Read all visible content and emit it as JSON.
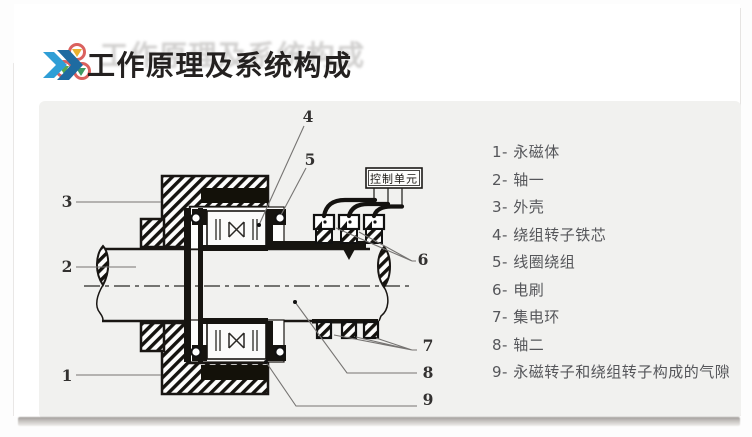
{
  "header": {
    "title": "工作原理及系统构成",
    "logo_icon": "double-chevron-logo"
  },
  "panel": {
    "diagram": {
      "control_unit_label": "控制单元",
      "callouts": [
        "1",
        "2",
        "3",
        "4",
        "5",
        "6",
        "7",
        "8",
        "9"
      ]
    },
    "legend": {
      "items": [
        {
          "text": "1- 永磁体"
        },
        {
          "text": "2- 轴一"
        },
        {
          "text": "3- 外壳"
        },
        {
          "text": "4- 绕组转子铁芯"
        },
        {
          "text": "5- 线圈绕组"
        },
        {
          "text": "6- 电刷"
        },
        {
          "text": "7- 集电环"
        },
        {
          "text": "8- 轴二"
        },
        {
          "text": "9- 永磁转子和绕组转子构成的气隙"
        }
      ]
    }
  },
  "colors": {
    "ink": "#1a1713",
    "panel_bg": "#f1f1ef",
    "legend_text": "#55565a",
    "logo_blue_light": "#2f9ed6",
    "logo_blue_dark": "#1e6ba1",
    "logo_red": "#d7514d"
  }
}
